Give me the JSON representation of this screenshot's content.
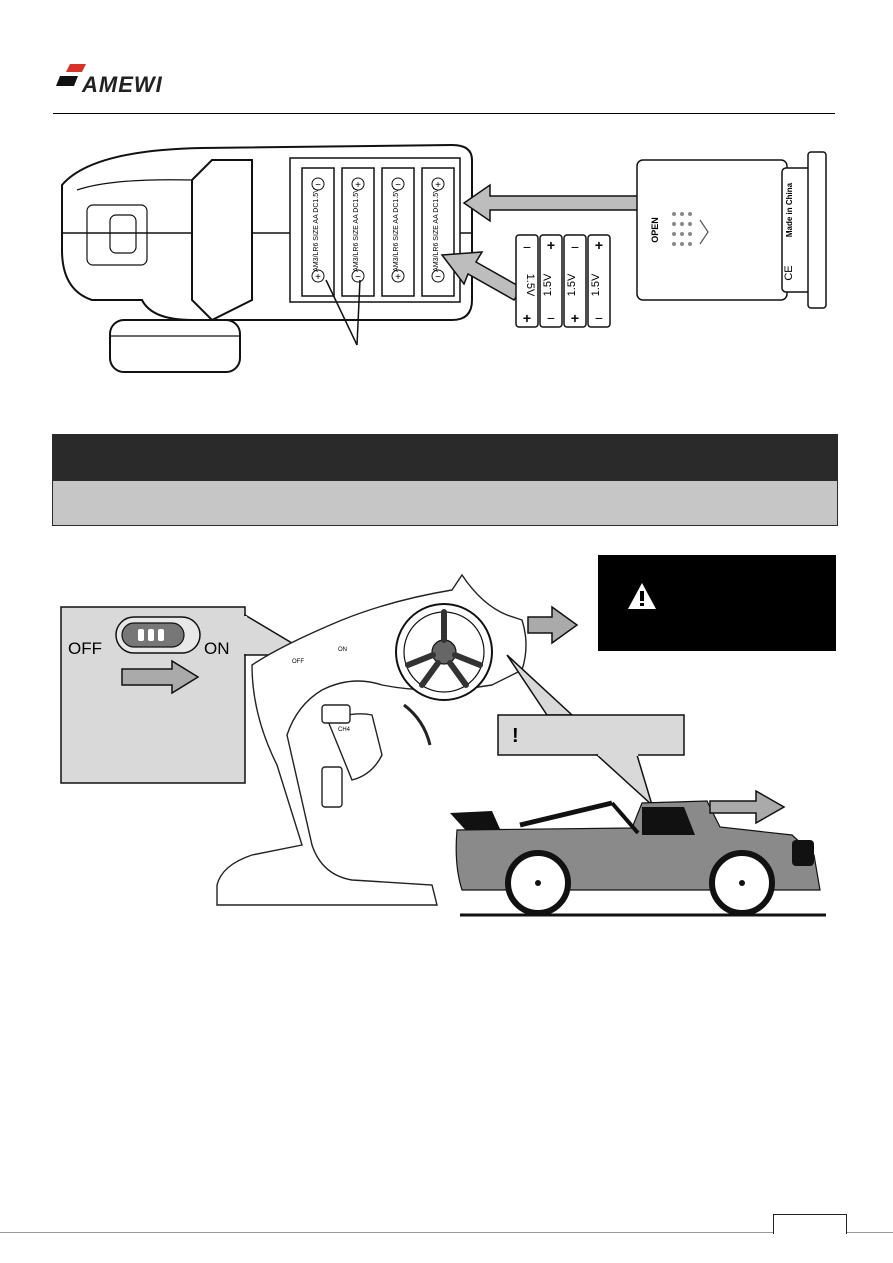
{
  "brand": {
    "name": "AMEWI"
  },
  "section": {
    "title": "",
    "subtitle": ""
  },
  "battery_figure": {
    "compartment_label": "AM3/LR6 SIZE AA DC1.5V",
    "cell_labels": [
      "1.5V",
      "AA"
    ],
    "plus": "+",
    "minus": "−",
    "lid_open_label": "OPEN",
    "lid_made_in": "Made in China",
    "lid_ce": "CE"
  },
  "power_figure": {
    "off_label": "OFF",
    "on_label": "ON",
    "tx_off_label": "OFF",
    "tx_on_label": "ON",
    "ch_label": "CH4",
    "warning_text": "",
    "note_mark": "!",
    "note_text": ""
  },
  "footer": {
    "page_number": ""
  }
}
